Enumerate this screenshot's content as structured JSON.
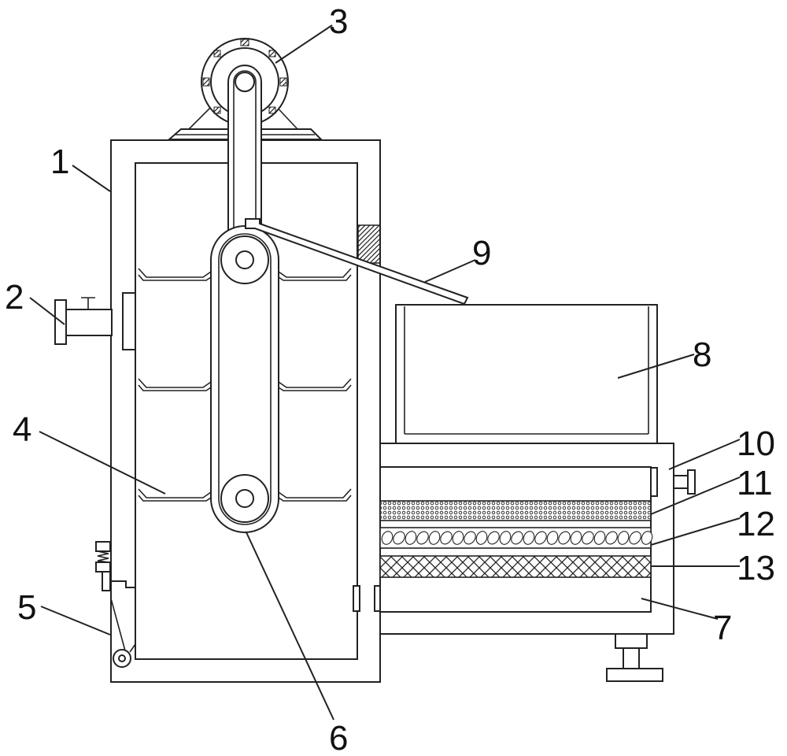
{
  "callouts": [
    {
      "id": "1",
      "text": "1"
    },
    {
      "id": "2",
      "text": "2"
    },
    {
      "id": "3",
      "text": "3"
    },
    {
      "id": "4",
      "text": "4"
    },
    {
      "id": "5",
      "text": "5"
    },
    {
      "id": "6",
      "text": "6"
    },
    {
      "id": "7",
      "text": "7"
    },
    {
      "id": "8",
      "text": "8"
    },
    {
      "id": "9",
      "text": "9"
    },
    {
      "id": "10",
      "text": "10"
    },
    {
      "id": "11",
      "text": "11"
    },
    {
      "id": "12",
      "text": "12"
    },
    {
      "id": "13",
      "text": "13"
    }
  ],
  "colors": {
    "line": "#222222",
    "background": "#ffffff"
  }
}
